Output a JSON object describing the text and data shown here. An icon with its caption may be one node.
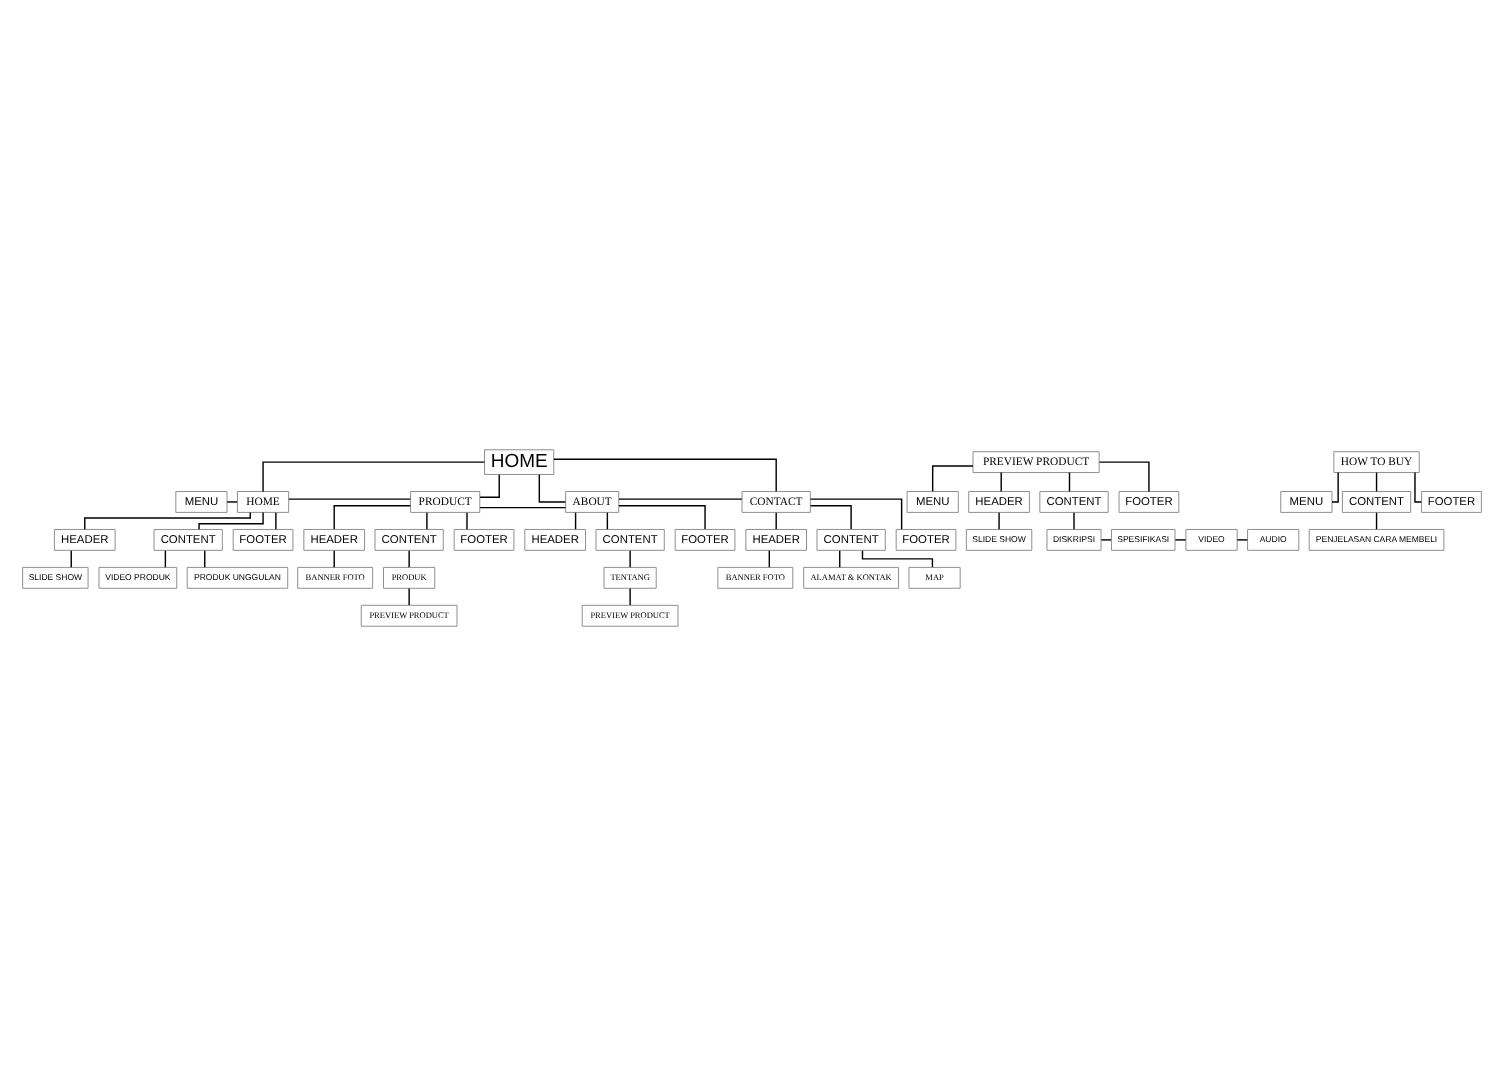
{
  "diagram": {
    "nodes": [
      {
        "text": [
          "HOME"
        ]
      },
      {
        "text": [
          "MENU"
        ]
      },
      {
        "text": [
          "HOME"
        ]
      },
      {
        "text": [
          "PRODUCT"
        ]
      },
      {
        "text": [
          "ABOUT"
        ]
      },
      {
        "text": [
          "CONTACT"
        ]
      },
      {
        "text": [
          "HEADER"
        ]
      },
      {
        "text": [
          "SLIDE SHOW"
        ]
      },
      {
        "text": [
          "CONTENT"
        ]
      },
      {
        "text": [
          "VIDEO PRODUK"
        ]
      },
      {
        "text": [
          "PRODUK UNGGULAN"
        ]
      },
      {
        "text": [
          "FOOTER"
        ]
      },
      {
        "text": [
          "HEADER"
        ]
      },
      {
        "text": [
          "BANNER FOTO"
        ]
      },
      {
        "text": [
          "CONTENT"
        ]
      },
      {
        "text": [
          "PRODUK"
        ]
      },
      {
        "text": [
          "PREVIEW PRODUCT"
        ]
      },
      {
        "text": [
          "FOOTER"
        ]
      },
      {
        "text": [
          "HEADER"
        ]
      },
      {
        "text": [
          "CONTENT"
        ]
      },
      {
        "text": [
          "TENTANG"
        ]
      },
      {
        "text": [
          "PREVIEW PRODUCT"
        ]
      },
      {
        "text": [
          "FOOTER"
        ]
      },
      {
        "text": [
          "HEADER"
        ]
      },
      {
        "text": [
          "BANNER FOTO"
        ]
      },
      {
        "text": [
          "CONTENT"
        ]
      },
      {
        "text": [
          "ALAMAT & KONTAK"
        ]
      },
      {
        "text": [
          "MAP"
        ]
      },
      {
        "text": [
          "FOOTER"
        ]
      },
      {
        "text": [
          "PREVIEW PRODUCT"
        ]
      },
      {
        "text": [
          "MENU"
        ]
      },
      {
        "text": [
          "HEADER"
        ]
      },
      {
        "text": [
          "SLIDE SHOW"
        ]
      },
      {
        "text": [
          "CONTENT"
        ]
      },
      {
        "text": [
          "DISKRIPSI"
        ]
      },
      {
        "text": [
          "SPESIFIKASI"
        ]
      },
      {
        "text": [
          "VIDEO"
        ]
      },
      {
        "text": [
          "AUDIO"
        ]
      },
      {
        "text": [
          "FOOTER"
        ]
      },
      {
        "text": [
          "HOW TO BUY"
        ]
      },
      {
        "text": [
          "MENU"
        ]
      },
      {
        "text": [
          "CONTENT"
        ]
      },
      {
        "text": [
          "PENJELASAN CARA MEMBELI"
        ]
      },
      {
        "text": [
          "FOOTER"
        ]
      }
    ],
    "edges": [
      {
        "from": 0,
        "to": 2,
        "arrow": "none"
      },
      {
        "from": 0,
        "to": 3,
        "arrow": "none"
      },
      {
        "from": 0,
        "to": 4,
        "arrow": "none"
      },
      {
        "from": 0,
        "to": 5,
        "arrow": "none"
      },
      {
        "from": 1,
        "to": 2,
        "arrow": "none"
      },
      {
        "from": 2,
        "to": 3,
        "arrow": "none"
      },
      {
        "from": 3,
        "to": 4,
        "arrow": "none"
      },
      {
        "from": 4,
        "to": 5,
        "arrow": "none"
      },
      {
        "from": 2,
        "to": 6,
        "arrow": "none"
      },
      {
        "from": 6,
        "to": 7,
        "arrow": "none"
      },
      {
        "from": 2,
        "to": 8,
        "arrow": "none"
      },
      {
        "from": 8,
        "to": 9,
        "arrow": "none"
      },
      {
        "from": 8,
        "to": 10,
        "arrow": "none"
      },
      {
        "from": 2,
        "to": 11,
        "arrow": "none"
      },
      {
        "from": 3,
        "to": 12,
        "arrow": "none"
      },
      {
        "from": 12,
        "to": 13,
        "arrow": "none"
      },
      {
        "from": 3,
        "to": 14,
        "arrow": "none"
      },
      {
        "from": 14,
        "to": 15,
        "arrow": "none"
      },
      {
        "from": 15,
        "to": 16,
        "arrow": "none"
      },
      {
        "from": 3,
        "to": 17,
        "arrow": "none"
      },
      {
        "from": 4,
        "to": 18,
        "arrow": "none"
      },
      {
        "from": 4,
        "to": 19,
        "arrow": "none"
      },
      {
        "from": 19,
        "to": 20,
        "arrow": "none"
      },
      {
        "from": 20,
        "to": 21,
        "arrow": "none"
      },
      {
        "from": 4,
        "to": 22,
        "arrow": "none"
      },
      {
        "from": 5,
        "to": 23,
        "arrow": "none"
      },
      {
        "from": 23,
        "to": 24,
        "arrow": "none"
      },
      {
        "from": 5,
        "to": 25,
        "arrow": "none"
      },
      {
        "from": 25,
        "to": 26,
        "arrow": "none"
      },
      {
        "from": 25,
        "to": 27,
        "arrow": "none"
      },
      {
        "from": 5,
        "to": 28,
        "arrow": "none"
      },
      {
        "from": 29,
        "to": 30,
        "arrow": "none"
      },
      {
        "from": 29,
        "to": 31,
        "arrow": "none"
      },
      {
        "from": 31,
        "to": 32,
        "arrow": "none"
      },
      {
        "from": 29,
        "to": 33,
        "arrow": "none"
      },
      {
        "from": 33,
        "to": 34,
        "arrow": "none"
      },
      {
        "from": 34,
        "to": 35,
        "arrow": "none"
      },
      {
        "from": 35,
        "to": 36,
        "arrow": "none"
      },
      {
        "from": 36,
        "to": 37,
        "arrow": "none"
      },
      {
        "from": 29,
        "to": 38,
        "arrow": "none"
      },
      {
        "from": 39,
        "to": 40,
        "arrow": "none"
      },
      {
        "from": 39,
        "to": 41,
        "arrow": "none"
      },
      {
        "from": 41,
        "to": 42,
        "arrow": "none"
      },
      {
        "from": 39,
        "to": 43,
        "arrow": "none"
      }
    ]
  }
}
